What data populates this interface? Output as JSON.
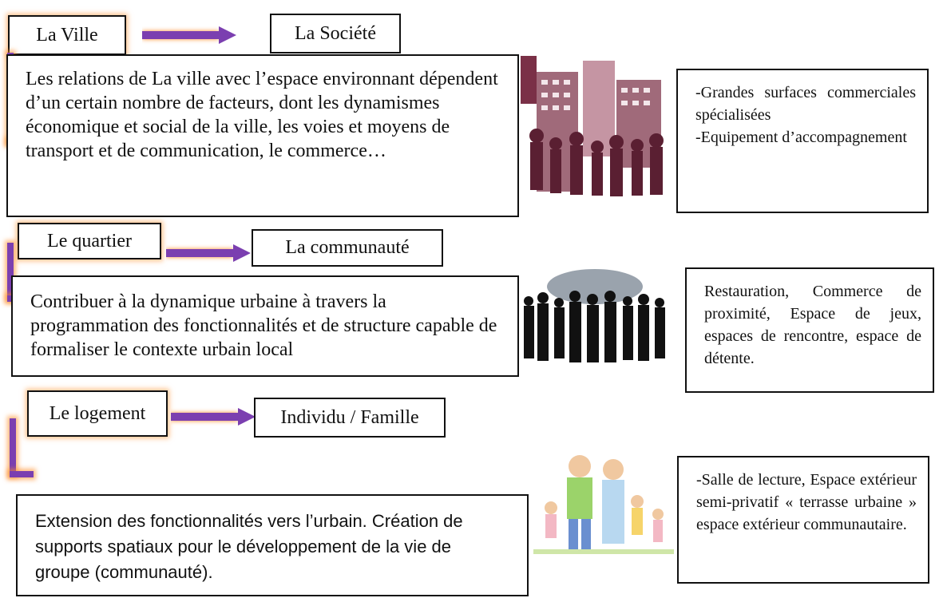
{
  "section1": {
    "left_label": "La Ville",
    "right_label": "La Société",
    "description": "Les relations de La ville avec l’espace environnant dépendent d’un certain nombre de facteurs, dont les dynamismes économique et social de la ville, les voies et moyens de transport et de communication, le commerce…",
    "equipment_line1": "-Grandes surfaces commerciales spécialisées",
    "equipment_line2": "-Equipement d’accompagnement"
  },
  "section2": {
    "left_label": "Le quartier",
    "right_label": "La communauté",
    "description": "Contribuer à la dynamique urbaine à travers la programmation des fonctionnalités et de structure capable de formaliser le contexte urbain local",
    "equipment": "Restauration, Commerce de proximité, Espace de jeux, espaces de rencontre, espace de détente."
  },
  "section3": {
    "left_label": "Le logement",
    "right_label": "Individu / Famille",
    "description": "Extension des fonctionnalités vers l’urbain. Création de supports spatiaux pour le développement de la vie de groupe (communauté).",
    "equipment": "-Salle de lecture, Espace extérieur semi-privatif « terrasse urbaine » espace extérieur communautaire."
  },
  "colors": {
    "arrow": "#7b3fb0",
    "glow": "#ff8c28",
    "border": "#111111"
  },
  "icons": [
    "arrow-right-icon",
    "bracket-connector-icon",
    "city-crowd-illustration",
    "business-people-illustration",
    "family-illustration"
  ]
}
